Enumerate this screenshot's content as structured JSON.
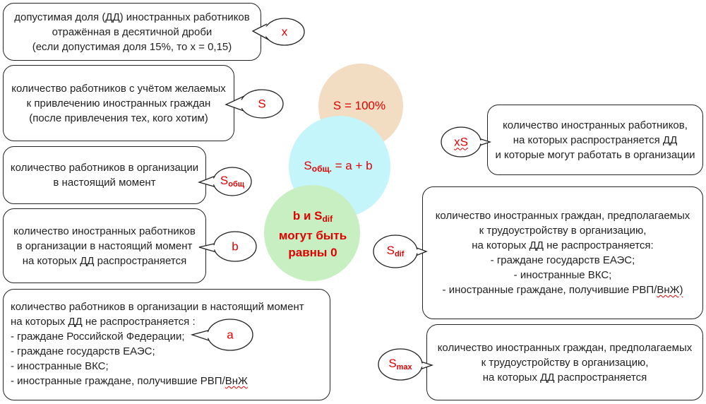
{
  "boxes": {
    "x_desc": [
      "допустимая доля (ДД) иностранных работников",
      "отражённая в десятичной дроби",
      "(если допустимая доля 15%, то x = 0,15)"
    ],
    "s_desc": [
      "количество работников с учётом желаемых",
      "к привлечению иностранных граждан",
      "(после привлечения тех, кого хотим)"
    ],
    "sobsh_desc": [
      "количество работников в организации",
      "в настоящий момент"
    ],
    "b_desc": [
      "количество иностранных работников",
      "в организации в настоящий момент",
      "на которых ДД распространяется"
    ],
    "a_desc": [
      "количество работников в организации в настоящий момент",
      "на которых ДД не распространяется :",
      "- граждане Российской Федерации;",
      "- граждане государств ЕАЭС;",
      "- иностранные ВКС;",
      "- иностранные граждане, получившие РВП/"
    ],
    "a_desc_last_suffix": "ВнЖ",
    "xs_desc": [
      "количество иностранных работников,",
      "на которых распространяется ДД",
      "и которые могут работать в организации"
    ],
    "sdif_desc": [
      "количество иностранных граждан, предполагаемых",
      "к трудоустройству в организацию,",
      "на которых ДД не распространяется:",
      "- граждане государств ЕАЭС;",
      "- иностранные ВКС;",
      "- иностранные граждане, получившие РВП/"
    ],
    "sdif_desc_last_suffix": "ВнЖ)",
    "smax_desc": [
      "количество иностранных граждан, предполагаемых",
      "к трудоустройству в организацию,",
      "на которых ДД распространяется"
    ]
  },
  "labels": {
    "x": "x",
    "s": "S",
    "sobsh_base": "S",
    "sobsh_sub": "общ",
    "b": "b",
    "a": "a",
    "xs": "xS",
    "sdif_base": "S",
    "sdif_sub": "dif",
    "smax_base": "S",
    "smax_sub": "max"
  },
  "circles": {
    "top": "S = 100%",
    "middle_base": "S",
    "middle_sub": "общ.",
    "middle_rest": " = a + b",
    "bottom_line1_pre": "b и S",
    "bottom_line1_sub": "dif",
    "bottom_line2": "могут быть",
    "bottom_line3": "равны 0"
  },
  "colors": {
    "label_text": "#e00000",
    "circle_top": "#f2dcc2",
    "circle_middle": "#c4f5fa",
    "circle_bottom": "#c7efc1"
  }
}
